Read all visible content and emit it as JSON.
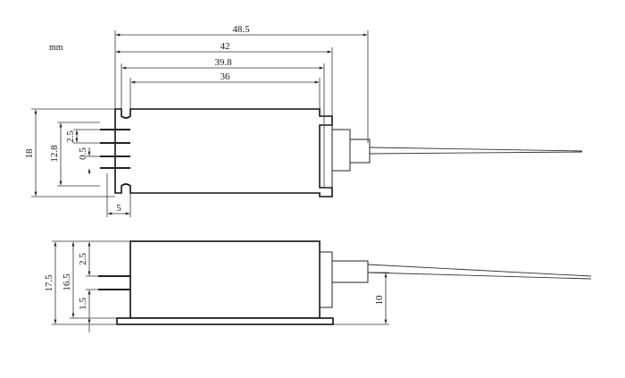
{
  "drawing": {
    "unit": "mm",
    "top_view": {
      "dims": {
        "overall_length": "48.5",
        "body_length": "42",
        "inner_length": "39.8",
        "core_length": "36",
        "height": "18",
        "pin_span": "12.8",
        "pin_pitch": "2.5",
        "pin_gap": "0.5",
        "pin_offset": "5"
      }
    },
    "side_view": {
      "dims": {
        "height": "17.5",
        "pin_height": "16.5",
        "top_gap": "2.5",
        "bottom_gap": "1.5",
        "fiber_height": "10"
      }
    }
  }
}
